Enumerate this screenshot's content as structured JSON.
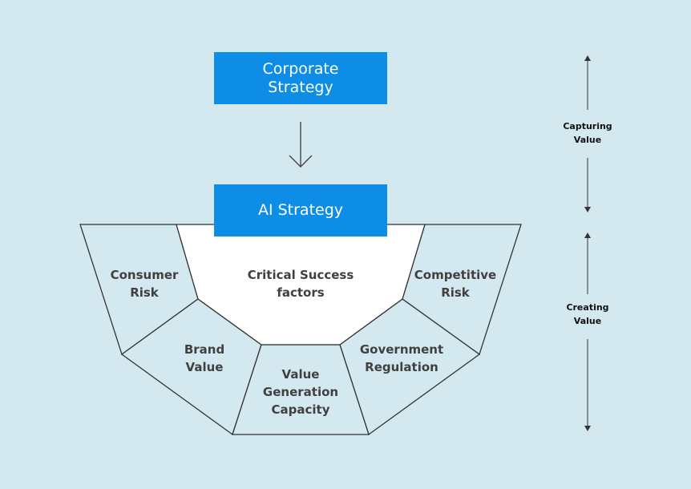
{
  "boxes": {
    "corporate_strategy": "Corporate\nStrategy",
    "ai_strategy": "AI Strategy"
  },
  "segments": {
    "critical_success": "Critical Success\nfactors",
    "consumer_risk": "Consumer\nRisk",
    "competitive_risk": "Competitive\nRisk",
    "brand_value": "Brand\nValue",
    "value_generation": "Value\nGeneration\nCapacity",
    "government_regulation": "Government\nRegulation"
  },
  "side_labels": {
    "capturing_value": "Capturing\nValue",
    "creating_value": "Creating\nValue"
  },
  "colors": {
    "background": "#d4e8f0",
    "box_fill": "#0d8de6",
    "box_text": "#ffffff",
    "segment_fill": "#d4e8f0",
    "center_fill": "#ffffff",
    "outline": "#333333",
    "label_text": "#404040"
  }
}
